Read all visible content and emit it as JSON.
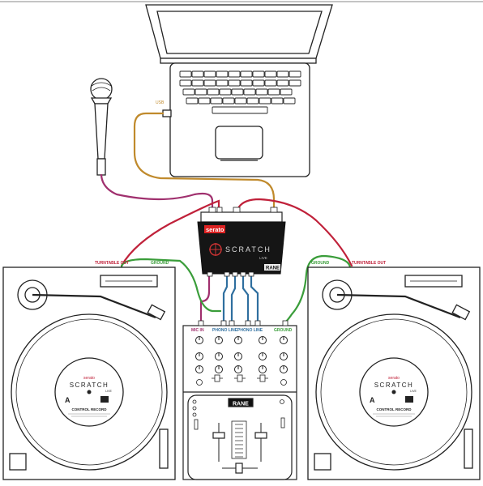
{
  "laptop": {
    "port_label": "USB"
  },
  "interface": {
    "brand": "serato",
    "product": "SCRATCH",
    "product_sub": "LIVE",
    "maker": "RANE"
  },
  "labels": {
    "turntable_out_left": "TURNTABLE OUT",
    "ground_left": "GROUND",
    "ground_right": "GROUND",
    "turntable_out_right": "TURNTABLE OUT"
  },
  "mixer": {
    "mic_in": "MIC IN",
    "phono_line_1": "PHONO LINE",
    "phono_line_2": "PHONO LINE",
    "ground": "GROUND",
    "brand": "RANE"
  },
  "records": {
    "left": {
      "brand": "serato",
      "title": "SCRATCH",
      "sub": "LIVE",
      "side": "A",
      "label": "CONTROL RECORD"
    },
    "right": {
      "brand": "serato",
      "title": "SCRATCH",
      "sub": "LIVE",
      "side": "A",
      "label": "CONTROL RECORD"
    }
  },
  "colors": {
    "usb_cable": "#c08a2c",
    "mic_cable": "#a0306e",
    "turntable_cable": "#c0213a",
    "ground_cable": "#3a9d3a",
    "line_cable": "#2f6f9f",
    "label_red": "#c0213a",
    "label_green": "#3a9d3a"
  }
}
